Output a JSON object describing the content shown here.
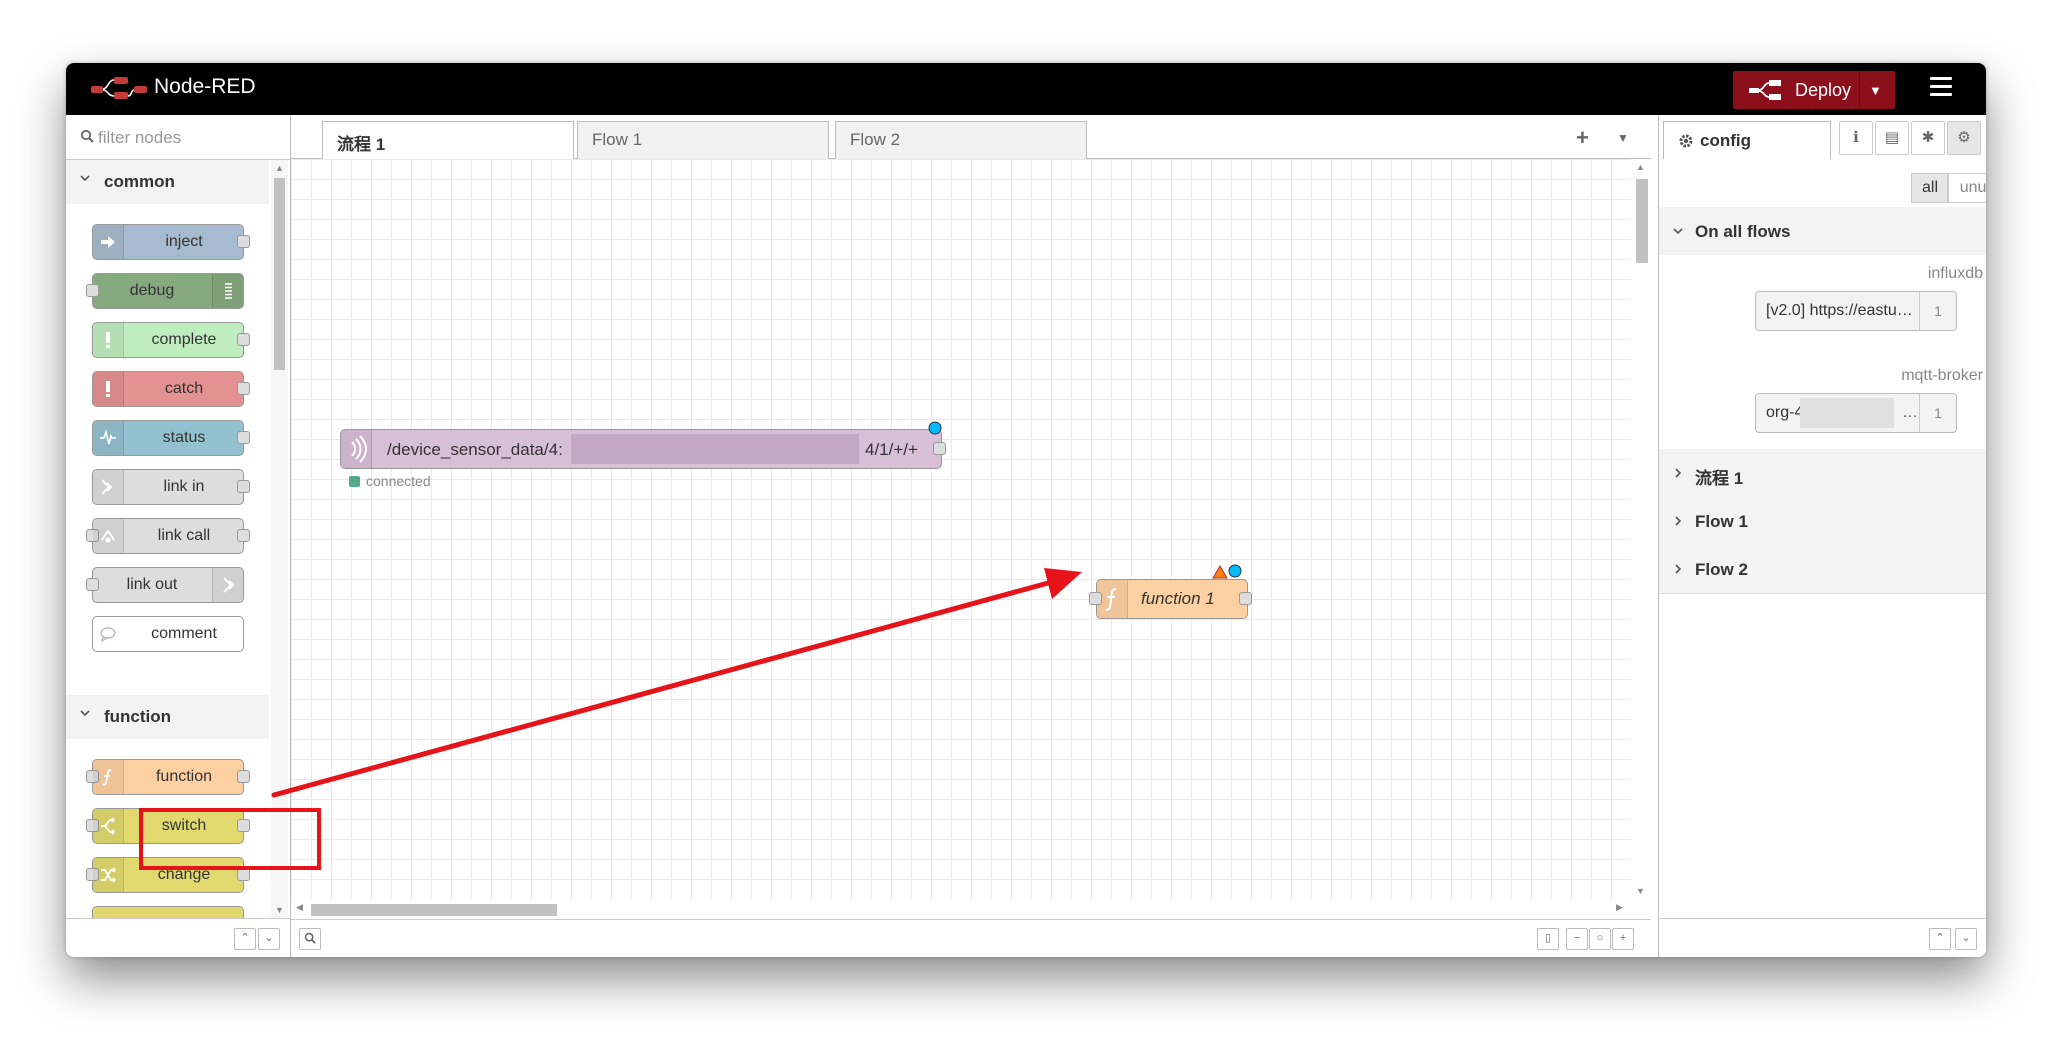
{
  "app": {
    "title": "Node-RED",
    "deploy_label": "Deploy"
  },
  "palette": {
    "filter_placeholder": "filter nodes",
    "categories": [
      {
        "label": "common",
        "nodes": [
          "inject",
          "debug",
          "complete",
          "catch",
          "status",
          "link in",
          "link call",
          "link out",
          "comment"
        ]
      },
      {
        "label": "function",
        "nodes": [
          "function",
          "switch",
          "change"
        ]
      }
    ]
  },
  "workspace": {
    "tabs": [
      "流程 1",
      "Flow 1",
      "Flow 2"
    ],
    "active_tab": "流程 1",
    "nodes": {
      "mqtt_label_start": "/device_sensor_data/4:",
      "mqtt_label_end": "4/1/+/+",
      "mqtt_status": "connected",
      "function_label": "function 1"
    }
  },
  "sidebar": {
    "active_tab": "config",
    "filter_all": "all",
    "filter_unused": "unused",
    "sections": {
      "all_flows": "On all flows",
      "flows": [
        "流程 1",
        "Flow 1",
        "Flow 2"
      ]
    },
    "config_types": [
      {
        "type": "influxdb",
        "label": "[v2.0] https://eastu…",
        "count": "1"
      },
      {
        "type": "mqtt-broker",
        "label": "org-4",
        "label_end": "…",
        "count": "1"
      }
    ]
  },
  "colors": {
    "header": "#000000",
    "deploy": "#8c101c",
    "highlight": "#e6141a",
    "mqtt_node": "#d8bfd8",
    "function_node": "#fdd0a2",
    "status_connected": "#55aa88"
  }
}
